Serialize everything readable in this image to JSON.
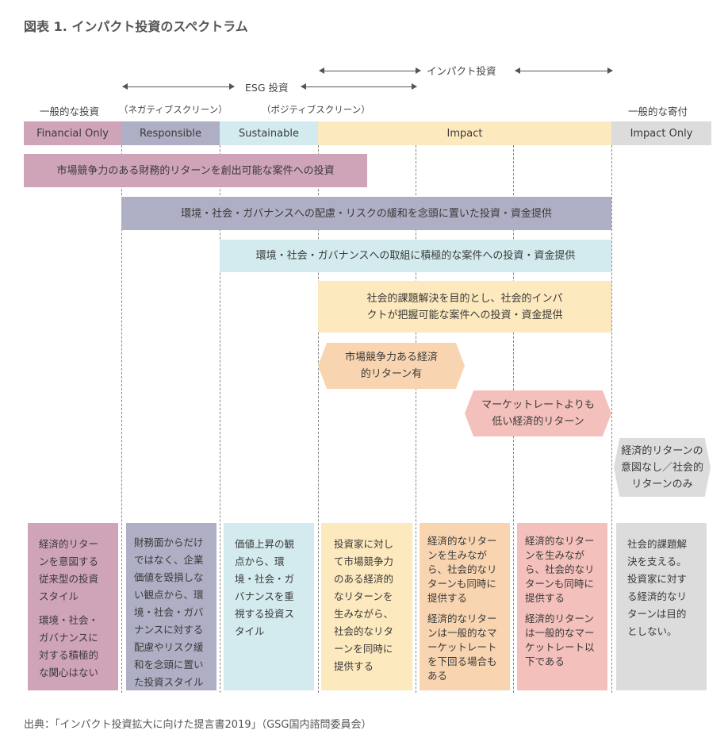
{
  "title": "図表 1. インパクト投資のスペクトラム",
  "arrows": {
    "impact": "インパクト投資",
    "esg": "ESG 投資"
  },
  "labels": {
    "general_invest": "一般的な投資",
    "negative": "（ネガティブスクリーン）",
    "positive": "（ポジティブスクリーン）",
    "general_donation": "一般的な寄付"
  },
  "categories": [
    "Financial Only",
    "Responsible",
    "Sustainable",
    "Impact",
    "Impact Only"
  ],
  "bars": [
    "市場競争力のある財務的リターンを創出可能な案件への投資",
    "環境・社会・ガバナンスへの配慮・リスクの緩和を念頭に置いた投資・資金提供",
    "環境・社会・ガバナンスへの取組に積極的な案件への投資・資金提供",
    "社会的課題解決を目的とし、社会的インパクトが把握可能な案件への投資・資金提供"
  ],
  "hexes": [
    "市場競争力ある経済的リターン有",
    "マーケットレートよりも低い経済的リターン",
    "経済的リターンの意図なし／社会的リターンのみ"
  ],
  "boxes": [
    [
      "経済的リターンを意図する従来型の投資スタイル",
      "環境・社会・ガバナンスに対する積極的な関心はない"
    ],
    [
      "財務面からだけではなく、企業価値を毀損しない観点から、環境・社会・ガバナンスに対する配慮やリスク緩和を念頭に置いた投資スタイル"
    ],
    [
      "価値上昇の観点から、環境・社会・ガバナンスを重視する投資スタイル"
    ],
    [
      "投資家に対して市場競争力のある経済的なリターンを生みながら、社会的なリターンを同時に提供する"
    ],
    [
      "経済的なリターンを生みながら、社会的なリターンも同時に提供する",
      "経済的なリターンは一般的なマーケットレートを下回る場合もある"
    ],
    [
      "経済的なリターンを生みながら、社会的なリターンも同時に提供する",
      "経済的リターンは一般的なマーケットレート以下である"
    ],
    [
      "社会的課題解決を支える。投資家に対する経済的なリターンは目的としない。"
    ]
  ],
  "source": "出典：「インパクト投資拡大に向けた提言書2019」（GSG国内諮問委員会）",
  "colors": {
    "pink": "#cfa3b8",
    "purple": "#aeaec4",
    "teal": "#d3ebee",
    "yellow": "#fde9be",
    "orange": "#f8d5b0",
    "salmon": "#f4c0bb",
    "gray": "#dcdcdc"
  }
}
